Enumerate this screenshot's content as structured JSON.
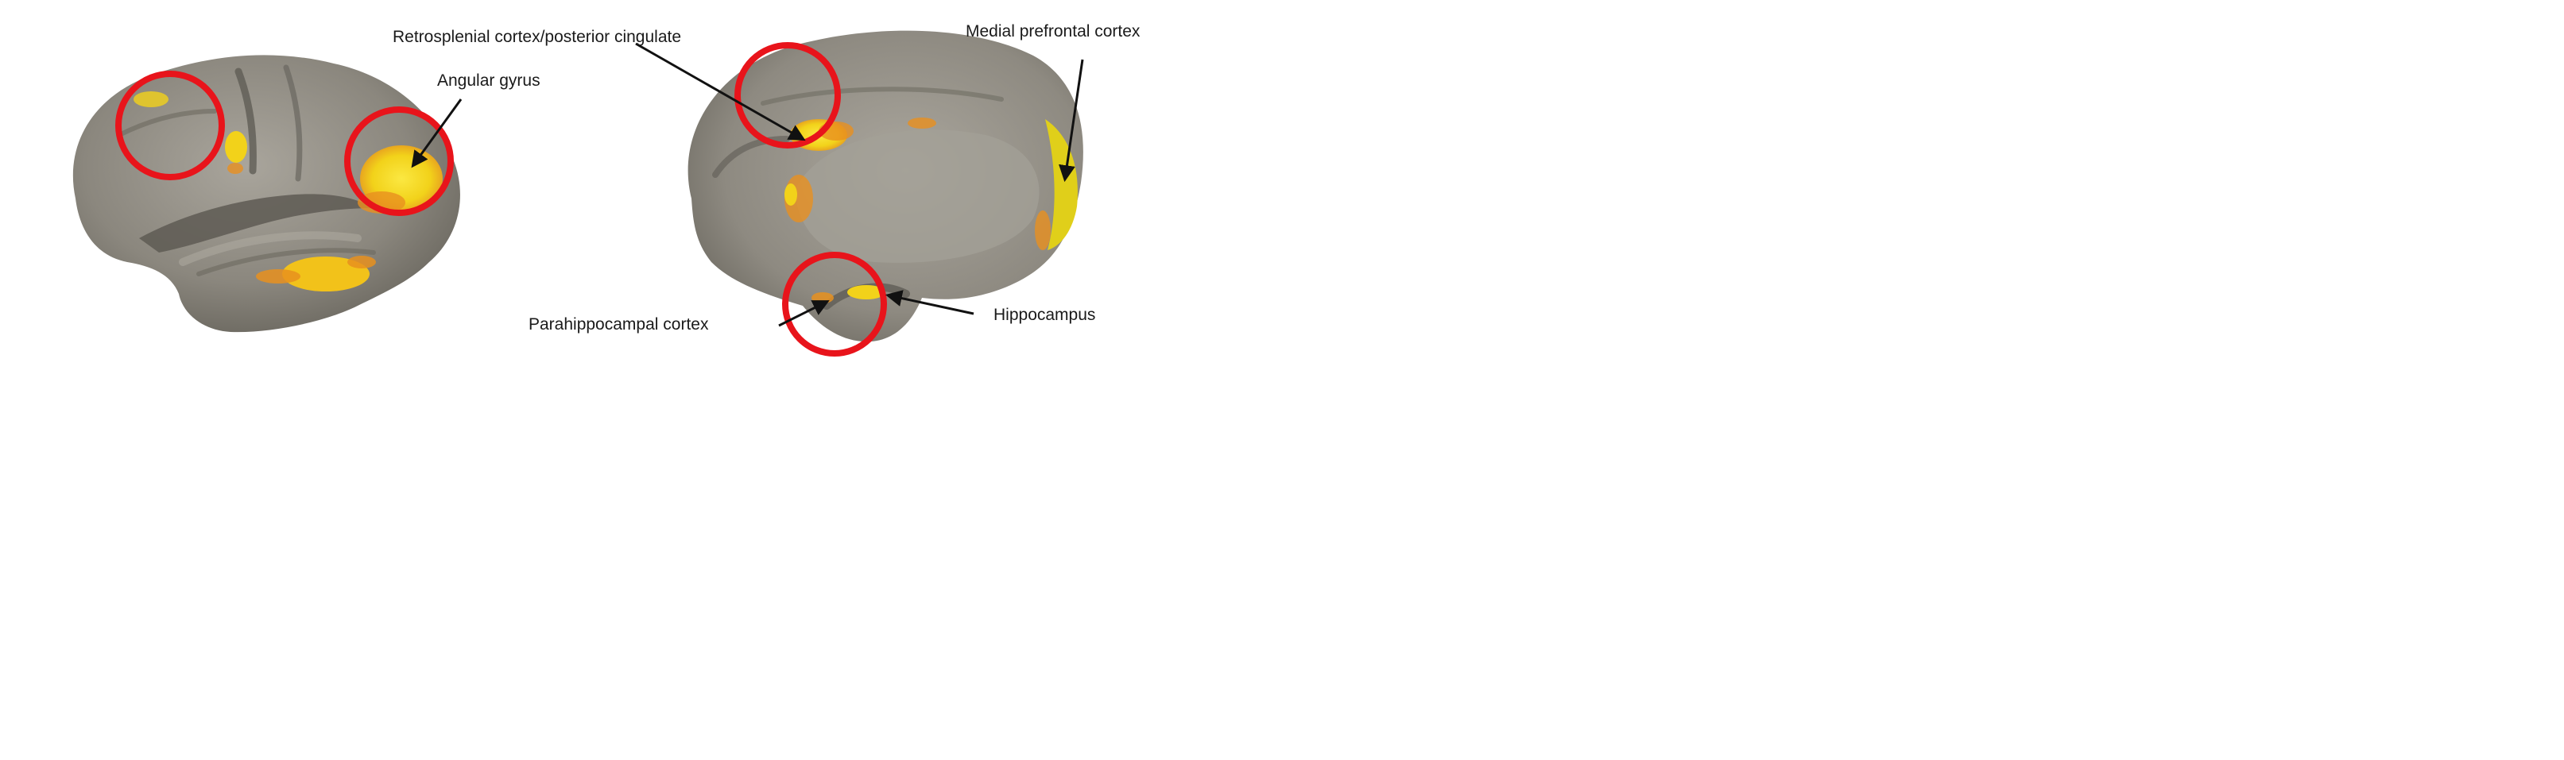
{
  "labels": {
    "angular_gyrus": "Angular gyrus",
    "retrosplenial": "Retrosplenial cortex/posterior cingulate",
    "medial_prefrontal": "Medial prefrontal cortex",
    "parahippocampal": "Parahippocampal cortex",
    "hippocampus": "Hippocampus"
  },
  "colors": {
    "cortex": "#8b877e",
    "cortex_shadow": "#5c5a53",
    "cortex_highlight": "#b3afa6",
    "activation_hot": "#f2d21a",
    "activation_warm": "#e8901f",
    "marker_circle": "#e8141b",
    "arrow": "#111111"
  }
}
